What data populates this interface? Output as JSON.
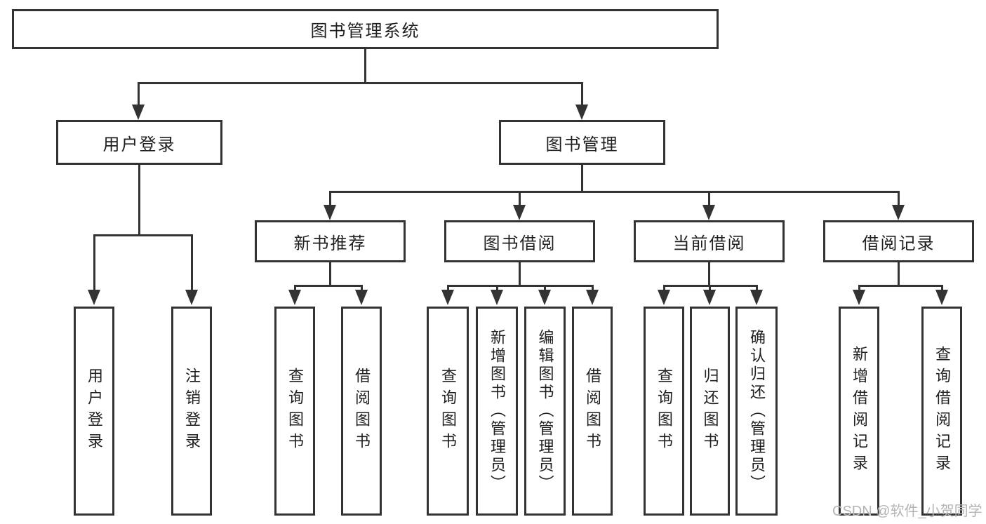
{
  "diagram": {
    "type": "tree-hierarchy",
    "root": {
      "label": "图书管理系统"
    },
    "level2": [
      {
        "id": "user-login",
        "label": "用户登录"
      },
      {
        "id": "book-management",
        "label": "图书管理"
      }
    ],
    "level3": [
      {
        "id": "new-book-recommend",
        "label": "新书推荐"
      },
      {
        "id": "book-borrow",
        "label": "图书借阅"
      },
      {
        "id": "current-borrow",
        "label": "当前借阅"
      },
      {
        "id": "borrow-records",
        "label": "借阅记录"
      }
    ],
    "leaves": [
      {
        "id": "leaf-user-login",
        "parent": "user-login",
        "label": "用户登录"
      },
      {
        "id": "leaf-logout",
        "parent": "user-login",
        "label": "注销登录"
      },
      {
        "id": "leaf-query-books-1",
        "parent": "new-book-recommend",
        "label": "查询图书"
      },
      {
        "id": "leaf-borrow-books-1",
        "parent": "new-book-recommend",
        "label": "借阅图书"
      },
      {
        "id": "leaf-query-books-2",
        "parent": "book-borrow",
        "label": "查询图书"
      },
      {
        "id": "leaf-add-books-admin",
        "parent": "book-borrow",
        "label": "新增图书（管理员）"
      },
      {
        "id": "leaf-edit-books-admin",
        "parent": "book-borrow",
        "label": "编辑图书（管理员）"
      },
      {
        "id": "leaf-borrow-books-2",
        "parent": "book-borrow",
        "label": "借阅图书"
      },
      {
        "id": "leaf-query-books-3",
        "parent": "current-borrow",
        "label": "查询图书"
      },
      {
        "id": "leaf-return-books",
        "parent": "current-borrow",
        "label": "归还图书"
      },
      {
        "id": "leaf-confirm-return-admin",
        "parent": "current-borrow",
        "label": "确认归还（管理员）"
      },
      {
        "id": "leaf-add-borrow-record",
        "parent": "borrow-records",
        "label": "新增借阅记录"
      },
      {
        "id": "leaf-query-borrow-record",
        "parent": "borrow-records",
        "label": "查询借阅记录"
      }
    ],
    "watermark": "CSDN @软件_小贺同学",
    "colors": {
      "line": "#333333",
      "text": "#1f1f1f",
      "background": "#ffffff",
      "watermark": "#b4b4b4"
    }
  }
}
